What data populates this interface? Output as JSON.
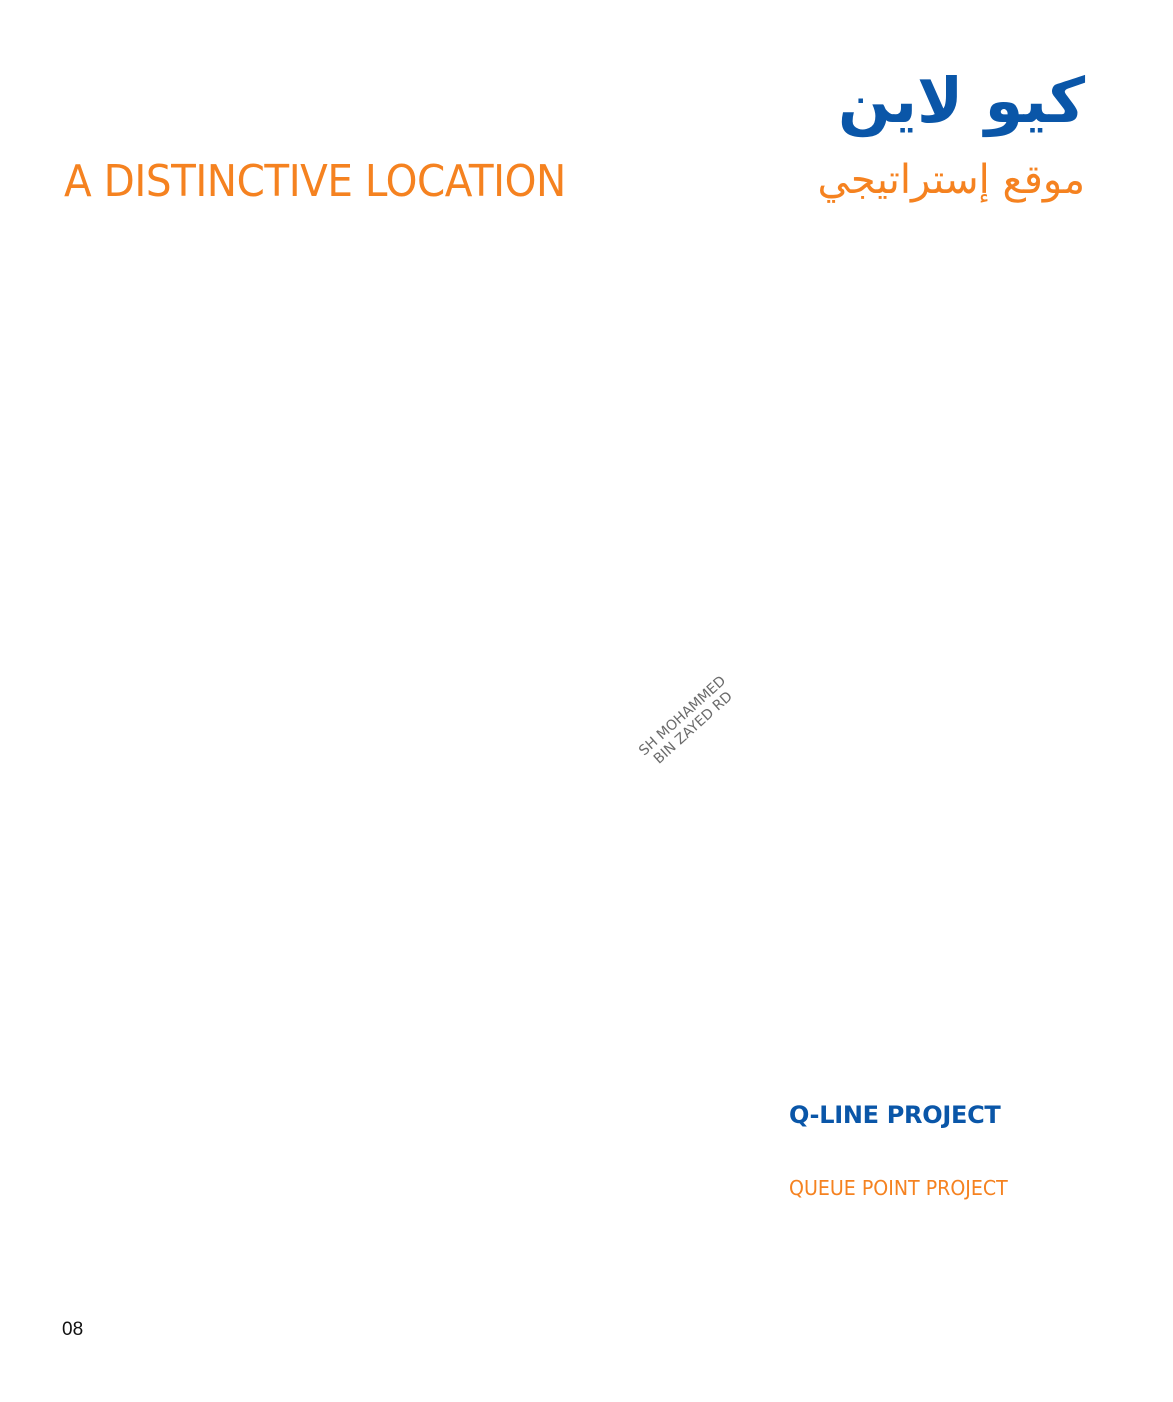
{
  "header": {
    "arabic_title": "كيو لاين",
    "arabic_subtitle": "موقع إستراتيجي",
    "english_title": "A DISTINCTIVE LOCATION"
  },
  "map": {
    "road_label_line1": "SH MOHAMMED",
    "road_label_line2": "BIN ZAYED RD"
  },
  "project": {
    "title": "Q-LINE PROJECT",
    "subtitle": "QUEUE POINT PROJECT"
  },
  "footer": {
    "page_number": "08"
  },
  "colors": {
    "brand_blue": "#0a56a8",
    "brand_orange": "#f58220",
    "road_label_gray": "#6b6b6b",
    "background": "#ffffff"
  }
}
